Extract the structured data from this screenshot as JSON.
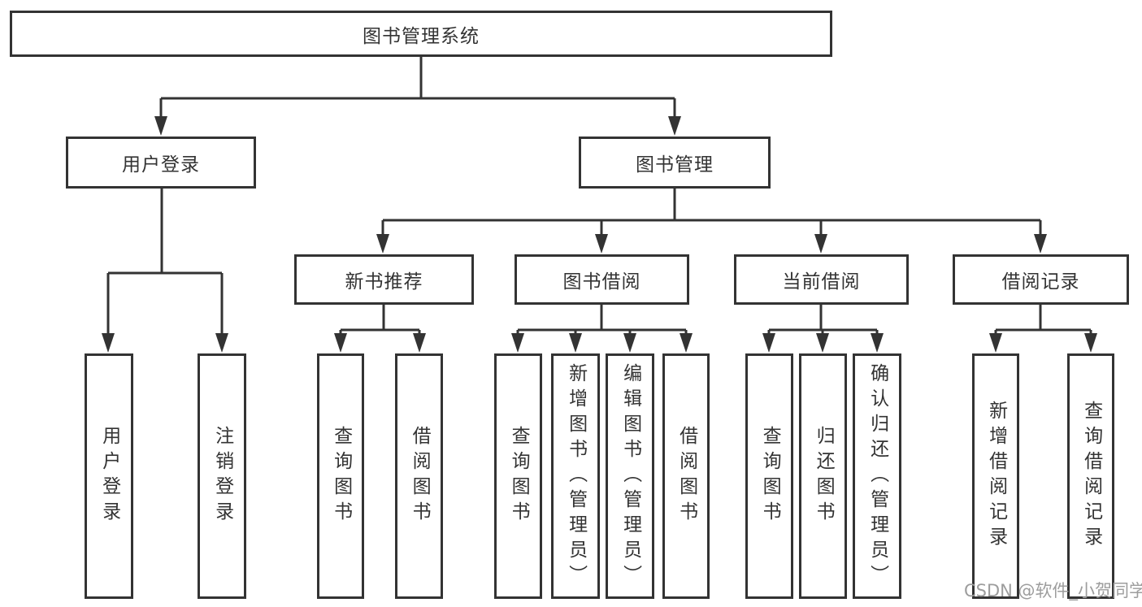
{
  "diagram": {
    "title": "图书管理系统",
    "branches": [
      {
        "label": "用户登录",
        "children": [
          "用户登录",
          "注销登录"
        ]
      },
      {
        "label": "图书管理",
        "children": [
          {
            "label": "新书推荐",
            "children": [
              "查询图书",
              "借阅图书"
            ]
          },
          {
            "label": "图书借阅",
            "children": [
              "查询图书",
              "新增图书（管理员）",
              "编辑图书（管理员）",
              "借阅图书"
            ]
          },
          {
            "label": "当前借阅",
            "children": [
              "查询图书",
              "归还图书",
              "确认归还（管理员）"
            ]
          },
          {
            "label": "借阅记录",
            "children": [
              "新增借阅记录",
              "查询借阅记录"
            ]
          }
        ]
      }
    ]
  },
  "watermark": "CSDN @软件_小贺同学",
  "colors": {
    "line": "#333333",
    "box_background": "#ffffff",
    "text": "#333333",
    "watermark": "#9d9d9d"
  }
}
